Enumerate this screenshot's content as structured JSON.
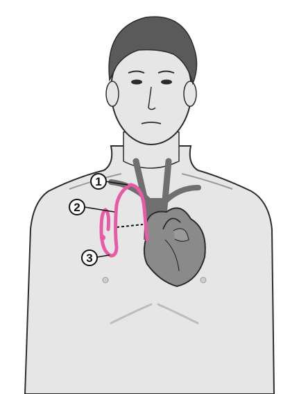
{
  "colors": {
    "background": "#ffffff",
    "skin": "#e6e6e6",
    "outline": "#2b2b2b",
    "hair": "#5a5a5a",
    "heart": "#8a8a8a",
    "vessel": "#6f6f6f",
    "catheter": "#e85aa5"
  },
  "callouts": [
    {
      "label": "1"
    },
    {
      "label": "2"
    },
    {
      "label": "3"
    }
  ]
}
